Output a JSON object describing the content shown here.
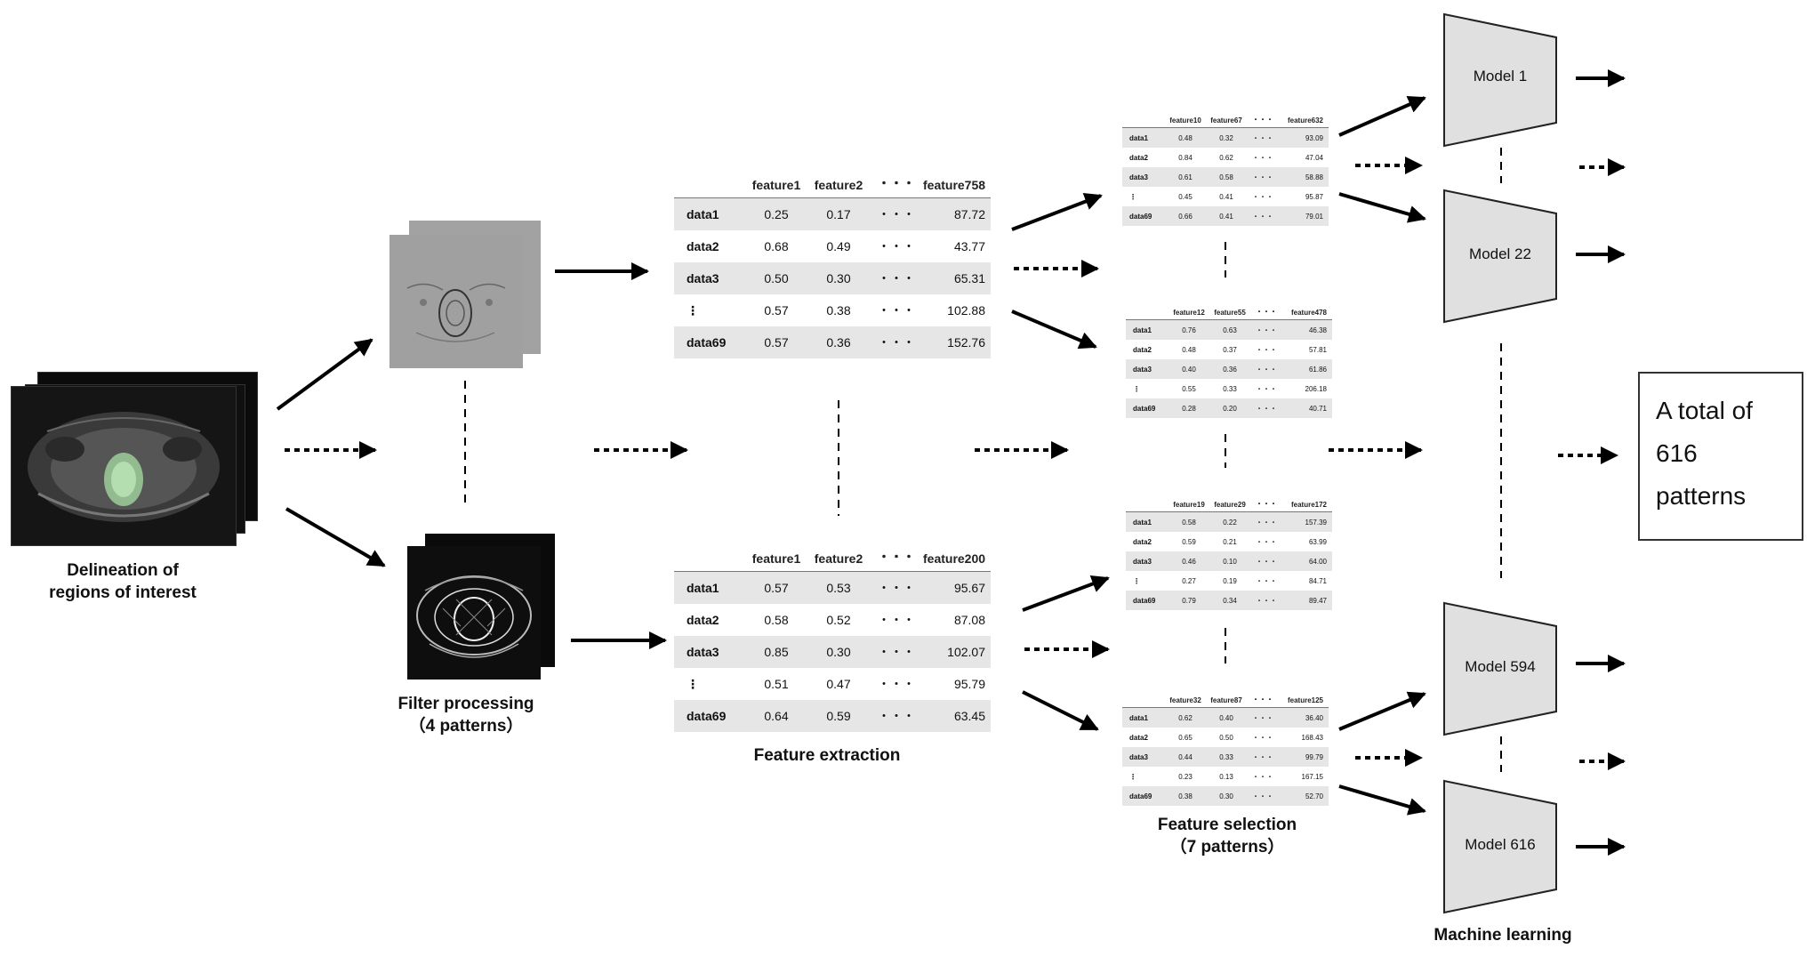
{
  "captions": {
    "roi": "Delineation of\nregions of interest",
    "filter": "Filter processing\n（4 patterns）",
    "extraction": "Feature extraction",
    "selection": "Feature selection\n（7 patterns）",
    "ml": "Machine learning"
  },
  "total": "A total of\n616\npatterns",
  "extraction_tables": [
    {
      "headers": [
        "",
        "feature1",
        "feature2",
        "・・・",
        "feature758"
      ],
      "rows": [
        [
          "data1",
          "0.25",
          "0.17",
          "・・・",
          "87.72"
        ],
        [
          "data2",
          "0.68",
          "0.49",
          "・・・",
          "43.77"
        ],
        [
          "data3",
          "0.50",
          "0.30",
          "・・・",
          "65.31"
        ],
        [
          "⋮",
          "0.57",
          "0.38",
          "・・・",
          "102.88"
        ],
        [
          "data69",
          "0.57",
          "0.36",
          "・・・",
          "152.76"
        ]
      ]
    },
    {
      "headers": [
        "",
        "feature1",
        "feature2",
        "・・・",
        "feature200"
      ],
      "rows": [
        [
          "data1",
          "0.57",
          "0.53",
          "・・・",
          "95.67"
        ],
        [
          "data2",
          "0.58",
          "0.52",
          "・・・",
          "87.08"
        ],
        [
          "data3",
          "0.85",
          "0.30",
          "・・・",
          "102.07"
        ],
        [
          "⋮",
          "0.51",
          "0.47",
          "・・・",
          "95.79"
        ],
        [
          "data69",
          "0.64",
          "0.59",
          "・・・",
          "63.45"
        ]
      ]
    }
  ],
  "selection_tables": [
    {
      "headers": [
        "",
        "feature10",
        "feature67",
        "・・・",
        "feature632"
      ],
      "rows": [
        [
          "data1",
          "0.48",
          "0.32",
          "・・・",
          "93.09"
        ],
        [
          "data2",
          "0.84",
          "0.62",
          "・・・",
          "47.04"
        ],
        [
          "data3",
          "0.61",
          "0.58",
          "・・・",
          "58.88"
        ],
        [
          "⋮",
          "0.45",
          "0.41",
          "・・・",
          "95.87"
        ],
        [
          "data69",
          "0.66",
          "0.41",
          "・・・",
          "79.01"
        ]
      ]
    },
    {
      "headers": [
        "",
        "feature12",
        "feature55",
        "・・・",
        "feature478"
      ],
      "rows": [
        [
          "data1",
          "0.76",
          "0.63",
          "・・・",
          "46.38"
        ],
        [
          "data2",
          "0.48",
          "0.37",
          "・・・",
          "57.81"
        ],
        [
          "data3",
          "0.40",
          "0.36",
          "・・・",
          "61.86"
        ],
        [
          "⋮",
          "0.55",
          "0.33",
          "・・・",
          "206.18"
        ],
        [
          "data69",
          "0.28",
          "0.20",
          "・・・",
          "40.71"
        ]
      ]
    },
    {
      "headers": [
        "",
        "feature19",
        "feature29",
        "・・・",
        "feature172"
      ],
      "rows": [
        [
          "data1",
          "0.58",
          "0.22",
          "・・・",
          "157.39"
        ],
        [
          "data2",
          "0.59",
          "0.21",
          "・・・",
          "63.99"
        ],
        [
          "data3",
          "0.46",
          "0.10",
          "・・・",
          "64.00"
        ],
        [
          "⋮",
          "0.27",
          "0.19",
          "・・・",
          "84.71"
        ],
        [
          "data69",
          "0.79",
          "0.34",
          "・・・",
          "89.47"
        ]
      ]
    },
    {
      "headers": [
        "",
        "feature32",
        "feature87",
        "・・・",
        "feature125"
      ],
      "rows": [
        [
          "data1",
          "0.62",
          "0.40",
          "・・・",
          "36.40"
        ],
        [
          "data2",
          "0.65",
          "0.50",
          "・・・",
          "168.43"
        ],
        [
          "data3",
          "0.44",
          "0.33",
          "・・・",
          "99.79"
        ],
        [
          "⋮",
          "0.23",
          "0.13",
          "・・・",
          "167.15"
        ],
        [
          "data69",
          "0.38",
          "0.30",
          "・・・",
          "52.70"
        ]
      ]
    }
  ],
  "models": [
    "Model 1",
    "Model 22",
    "Model 594",
    "Model 616"
  ]
}
